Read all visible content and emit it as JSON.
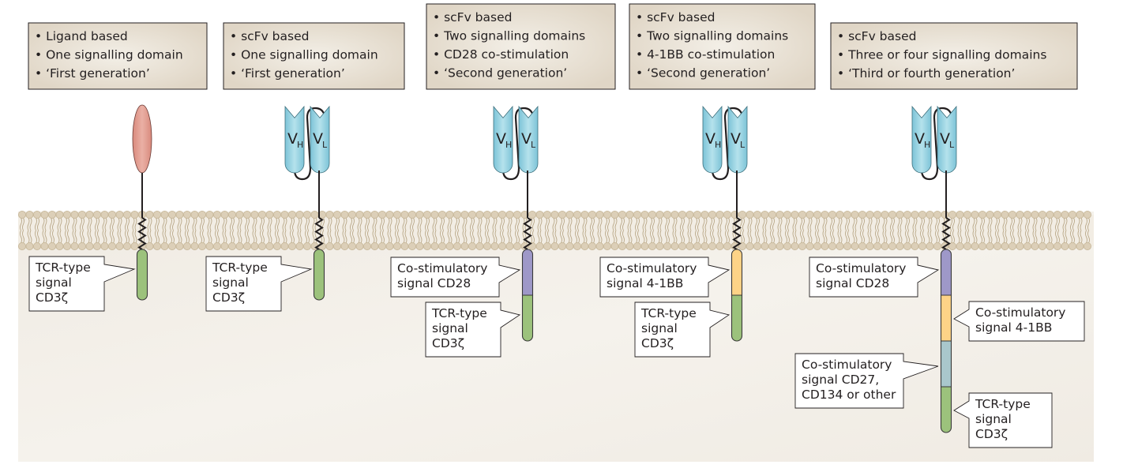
{
  "figure": {
    "colors": {
      "box_fill": "#e3dacb",
      "box_border": "#231f20",
      "membrane_head": "#dccfb8",
      "membrane_head_stroke": "#c4b495",
      "membrane_tail": "#b9a888",
      "cytoplasm": "#f1ece4",
      "ligand": "#e09b8e",
      "scfv": "#8fd0e0",
      "cd3z": "#9cc27c",
      "cd28": "#9e98c8",
      "bb41": "#fdd387",
      "other": "#a9c7cc",
      "callout_fill": "#ffffff"
    },
    "constructs": [
      {
        "id": "first-gen-ligand",
        "binder": "ligand",
        "box_lines": [
          "• Ligand based",
          "• One signalling domain",
          "• ‘First generation’"
        ],
        "domains": [
          {
            "type": "cd3z",
            "callout_side": "left",
            "callout_lines": [
              "TCR-type",
              "signal",
              "CD3ζ"
            ]
          }
        ]
      },
      {
        "id": "first-gen-scfv",
        "binder": "scfv",
        "box_lines": [
          "• scFv based",
          "• One signalling domain",
          "• ‘First generation’"
        ],
        "domains": [
          {
            "type": "cd3z",
            "callout_side": "left",
            "callout_lines": [
              "TCR-type",
              "signal",
              "CD3ζ"
            ]
          }
        ]
      },
      {
        "id": "second-gen-cd28",
        "binder": "scfv",
        "box_lines": [
          "• scFv based",
          "• Two signalling domains",
          "• CD28 co-stimulation",
          "• ‘Second generation’"
        ],
        "domains": [
          {
            "type": "cd28",
            "callout_side": "left",
            "callout_lines": [
              "Co-stimulatory",
              "signal CD28"
            ]
          },
          {
            "type": "cd3z",
            "callout_side": "left",
            "callout_lines": [
              "TCR-type",
              "signal",
              "CD3ζ"
            ]
          }
        ]
      },
      {
        "id": "second-gen-41bb",
        "binder": "scfv",
        "box_lines": [
          "• scFv based",
          "• Two signalling domains",
          "• 4-1BB co-stimulation",
          "• ‘Second generation’"
        ],
        "domains": [
          {
            "type": "bb41",
            "callout_side": "left",
            "callout_lines": [
              "Co-stimulatory",
              "signal 4-1BB"
            ]
          },
          {
            "type": "cd3z",
            "callout_side": "left",
            "callout_lines": [
              "TCR-type",
              "signal",
              "CD3ζ"
            ]
          }
        ]
      },
      {
        "id": "third-fourth-gen",
        "binder": "scfv",
        "box_lines": [
          "• scFv based",
          "• Three or four signalling domains",
          "• ‘Third or fourth generation’"
        ],
        "domains": [
          {
            "type": "cd28",
            "callout_side": "left",
            "callout_lines": [
              "Co-stimulatory",
              "signal CD28"
            ]
          },
          {
            "type": "bb41",
            "callout_side": "right",
            "callout_lines": [
              "Co-stimulatory",
              "signal 4-1BB"
            ]
          },
          {
            "type": "other",
            "callout_side": "left",
            "callout_lines": [
              "Co-stimulatory",
              "signal CD27,",
              "CD134 or other"
            ]
          },
          {
            "type": "cd3z",
            "callout_side": "right",
            "callout_lines": [
              "TCR-type",
              "signal",
              "CD3ζ"
            ]
          }
        ]
      }
    ],
    "scfv_labels": {
      "heavy_main": "V",
      "heavy_sub": "H",
      "light_main": "V",
      "light_sub": "L"
    }
  }
}
